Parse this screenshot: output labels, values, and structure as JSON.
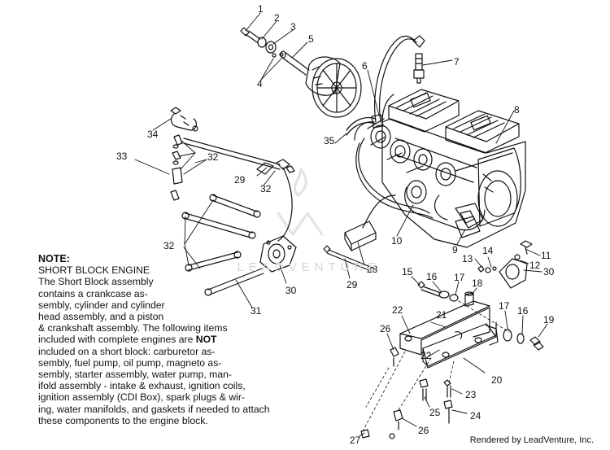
{
  "callouts": [
    {
      "id": "1",
      "label": "1"
    },
    {
      "id": "2",
      "label": "2"
    },
    {
      "id": "3",
      "label": "3"
    },
    {
      "id": "4",
      "label": "4"
    },
    {
      "id": "5",
      "label": "5"
    },
    {
      "id": "6",
      "label": "6"
    },
    {
      "id": "7",
      "label": "7"
    },
    {
      "id": "8",
      "label": "8"
    },
    {
      "id": "9",
      "label": "9"
    },
    {
      "id": "10",
      "label": "10"
    },
    {
      "id": "11",
      "label": "11"
    },
    {
      "id": "12",
      "label": "12"
    },
    {
      "id": "13",
      "label": "13"
    },
    {
      "id": "14",
      "label": "14"
    },
    {
      "id": "15",
      "label": "15"
    },
    {
      "id": "16a",
      "label": "16"
    },
    {
      "id": "16b",
      "label": "16"
    },
    {
      "id": "17a",
      "label": "17"
    },
    {
      "id": "17b",
      "label": "17"
    },
    {
      "id": "18",
      "label": "18"
    },
    {
      "id": "19",
      "label": "19"
    },
    {
      "id": "20",
      "label": "20"
    },
    {
      "id": "21",
      "label": "21"
    },
    {
      "id": "22a",
      "label": "22"
    },
    {
      "id": "22b",
      "label": "22"
    },
    {
      "id": "23",
      "label": "23"
    },
    {
      "id": "24",
      "label": "24"
    },
    {
      "id": "25",
      "label": "25"
    },
    {
      "id": "26a",
      "label": "26"
    },
    {
      "id": "26b",
      "label": "26"
    },
    {
      "id": "27",
      "label": "27"
    },
    {
      "id": "28",
      "label": "28"
    },
    {
      "id": "29a",
      "label": "29"
    },
    {
      "id": "29b",
      "label": "29"
    },
    {
      "id": "30a",
      "label": "30"
    },
    {
      "id": "30b",
      "label": "30"
    },
    {
      "id": "31",
      "label": "31"
    },
    {
      "id": "32a",
      "label": "32"
    },
    {
      "id": "32b",
      "label": "32"
    },
    {
      "id": "32c",
      "label": "32"
    },
    {
      "id": "33",
      "label": "33"
    },
    {
      "id": "34",
      "label": "34"
    },
    {
      "id": "35",
      "label": "35"
    }
  ],
  "note": {
    "title": "NOTE:",
    "subtitle": "SHORT BLOCK ENGINE",
    "lines": [
      "The Short Block assembly",
      "contains a crankcase as-",
      "sembly, cylinder and cylinder",
      "head assembly, and a piston",
      "& crankshaft assembly.  The following items",
      "included with complete engines are ",
      "included on a short block:  carburetor as-",
      "sembly, fuel pump, oil pump, magneto as-",
      "sembly, starter assembly, water pump, man-",
      "ifold assembly - intake & exhaust, ignition coils,",
      "ignition assembly (CDI Box), spark plugs & wir-",
      "ing, water manifolds, and gaskets if needed to attach",
      "these components to the engine block."
    ],
    "emphasis": "NOT"
  },
  "credit": "Rendered by LeadVenture, Inc.",
  "watermark": "LEADVENTURE"
}
